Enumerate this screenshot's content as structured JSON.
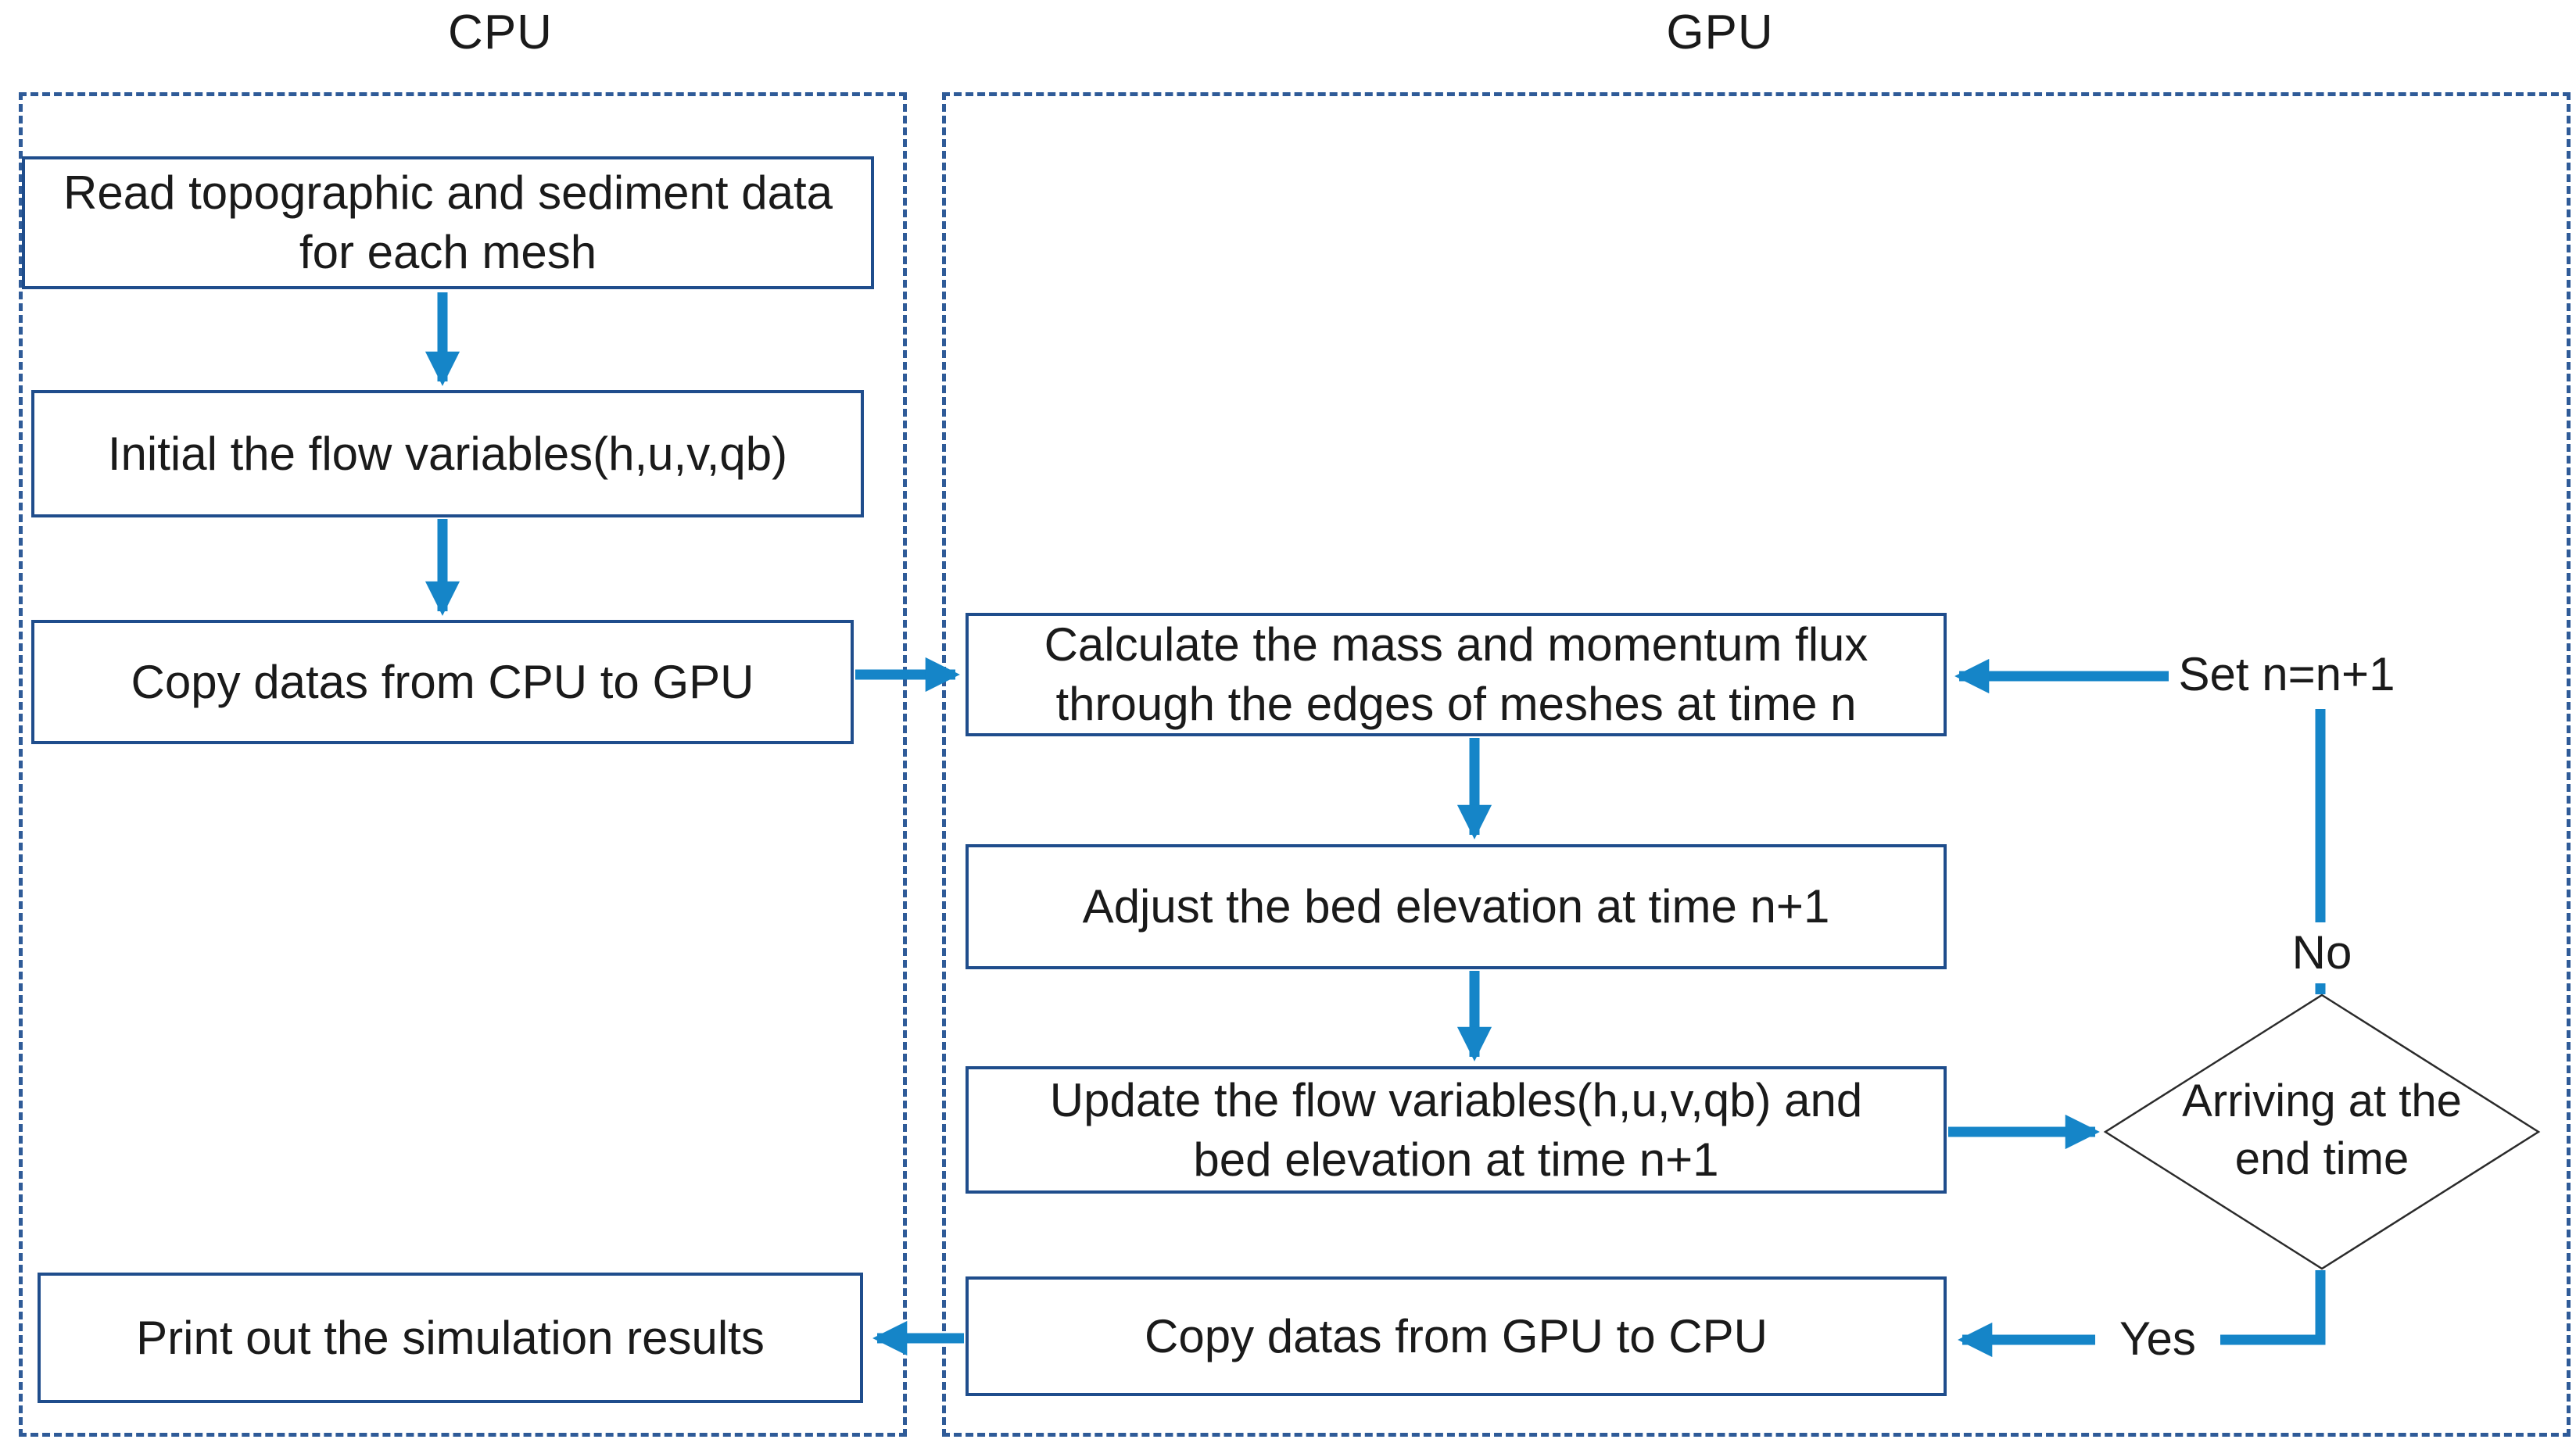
{
  "titles": {
    "cpu": "CPU",
    "gpu": "GPU"
  },
  "nodes": {
    "read": {
      "line1": "Read topographic and sediment data",
      "line2": "for each mesh"
    },
    "initial": {
      "line1": "Initial the flow variables(h,u,v,qb)"
    },
    "copy_cpu_gpu": {
      "line1": "Copy datas from CPU to GPU"
    },
    "print": {
      "line1": "Print out the simulation results"
    },
    "calculate": {
      "line1": "Calculate the mass and momentum flux",
      "line2": "through the edges of meshes at time n"
    },
    "adjust": {
      "line1": "Adjust the  bed elevation at time n+1"
    },
    "update": {
      "line1": "Update the flow variables(h,u,v,qb) and",
      "line2": "bed elevation at time n+1"
    },
    "copy_gpu_cpu": {
      "line1": "Copy datas from GPU to CPU"
    },
    "decision": {
      "line1": "Arriving at the",
      "line2": "end time"
    }
  },
  "edge_labels": {
    "set": "Set n=n+1",
    "no": "No",
    "yes": "Yes"
  },
  "colors": {
    "arrow_color": "#1585C8",
    "box_border_color": "#1F4D8C",
    "dashed_border_color": "#2F5B98",
    "diamond_border_color": "#2B2B2B",
    "text_color": "#1A1A1A"
  }
}
